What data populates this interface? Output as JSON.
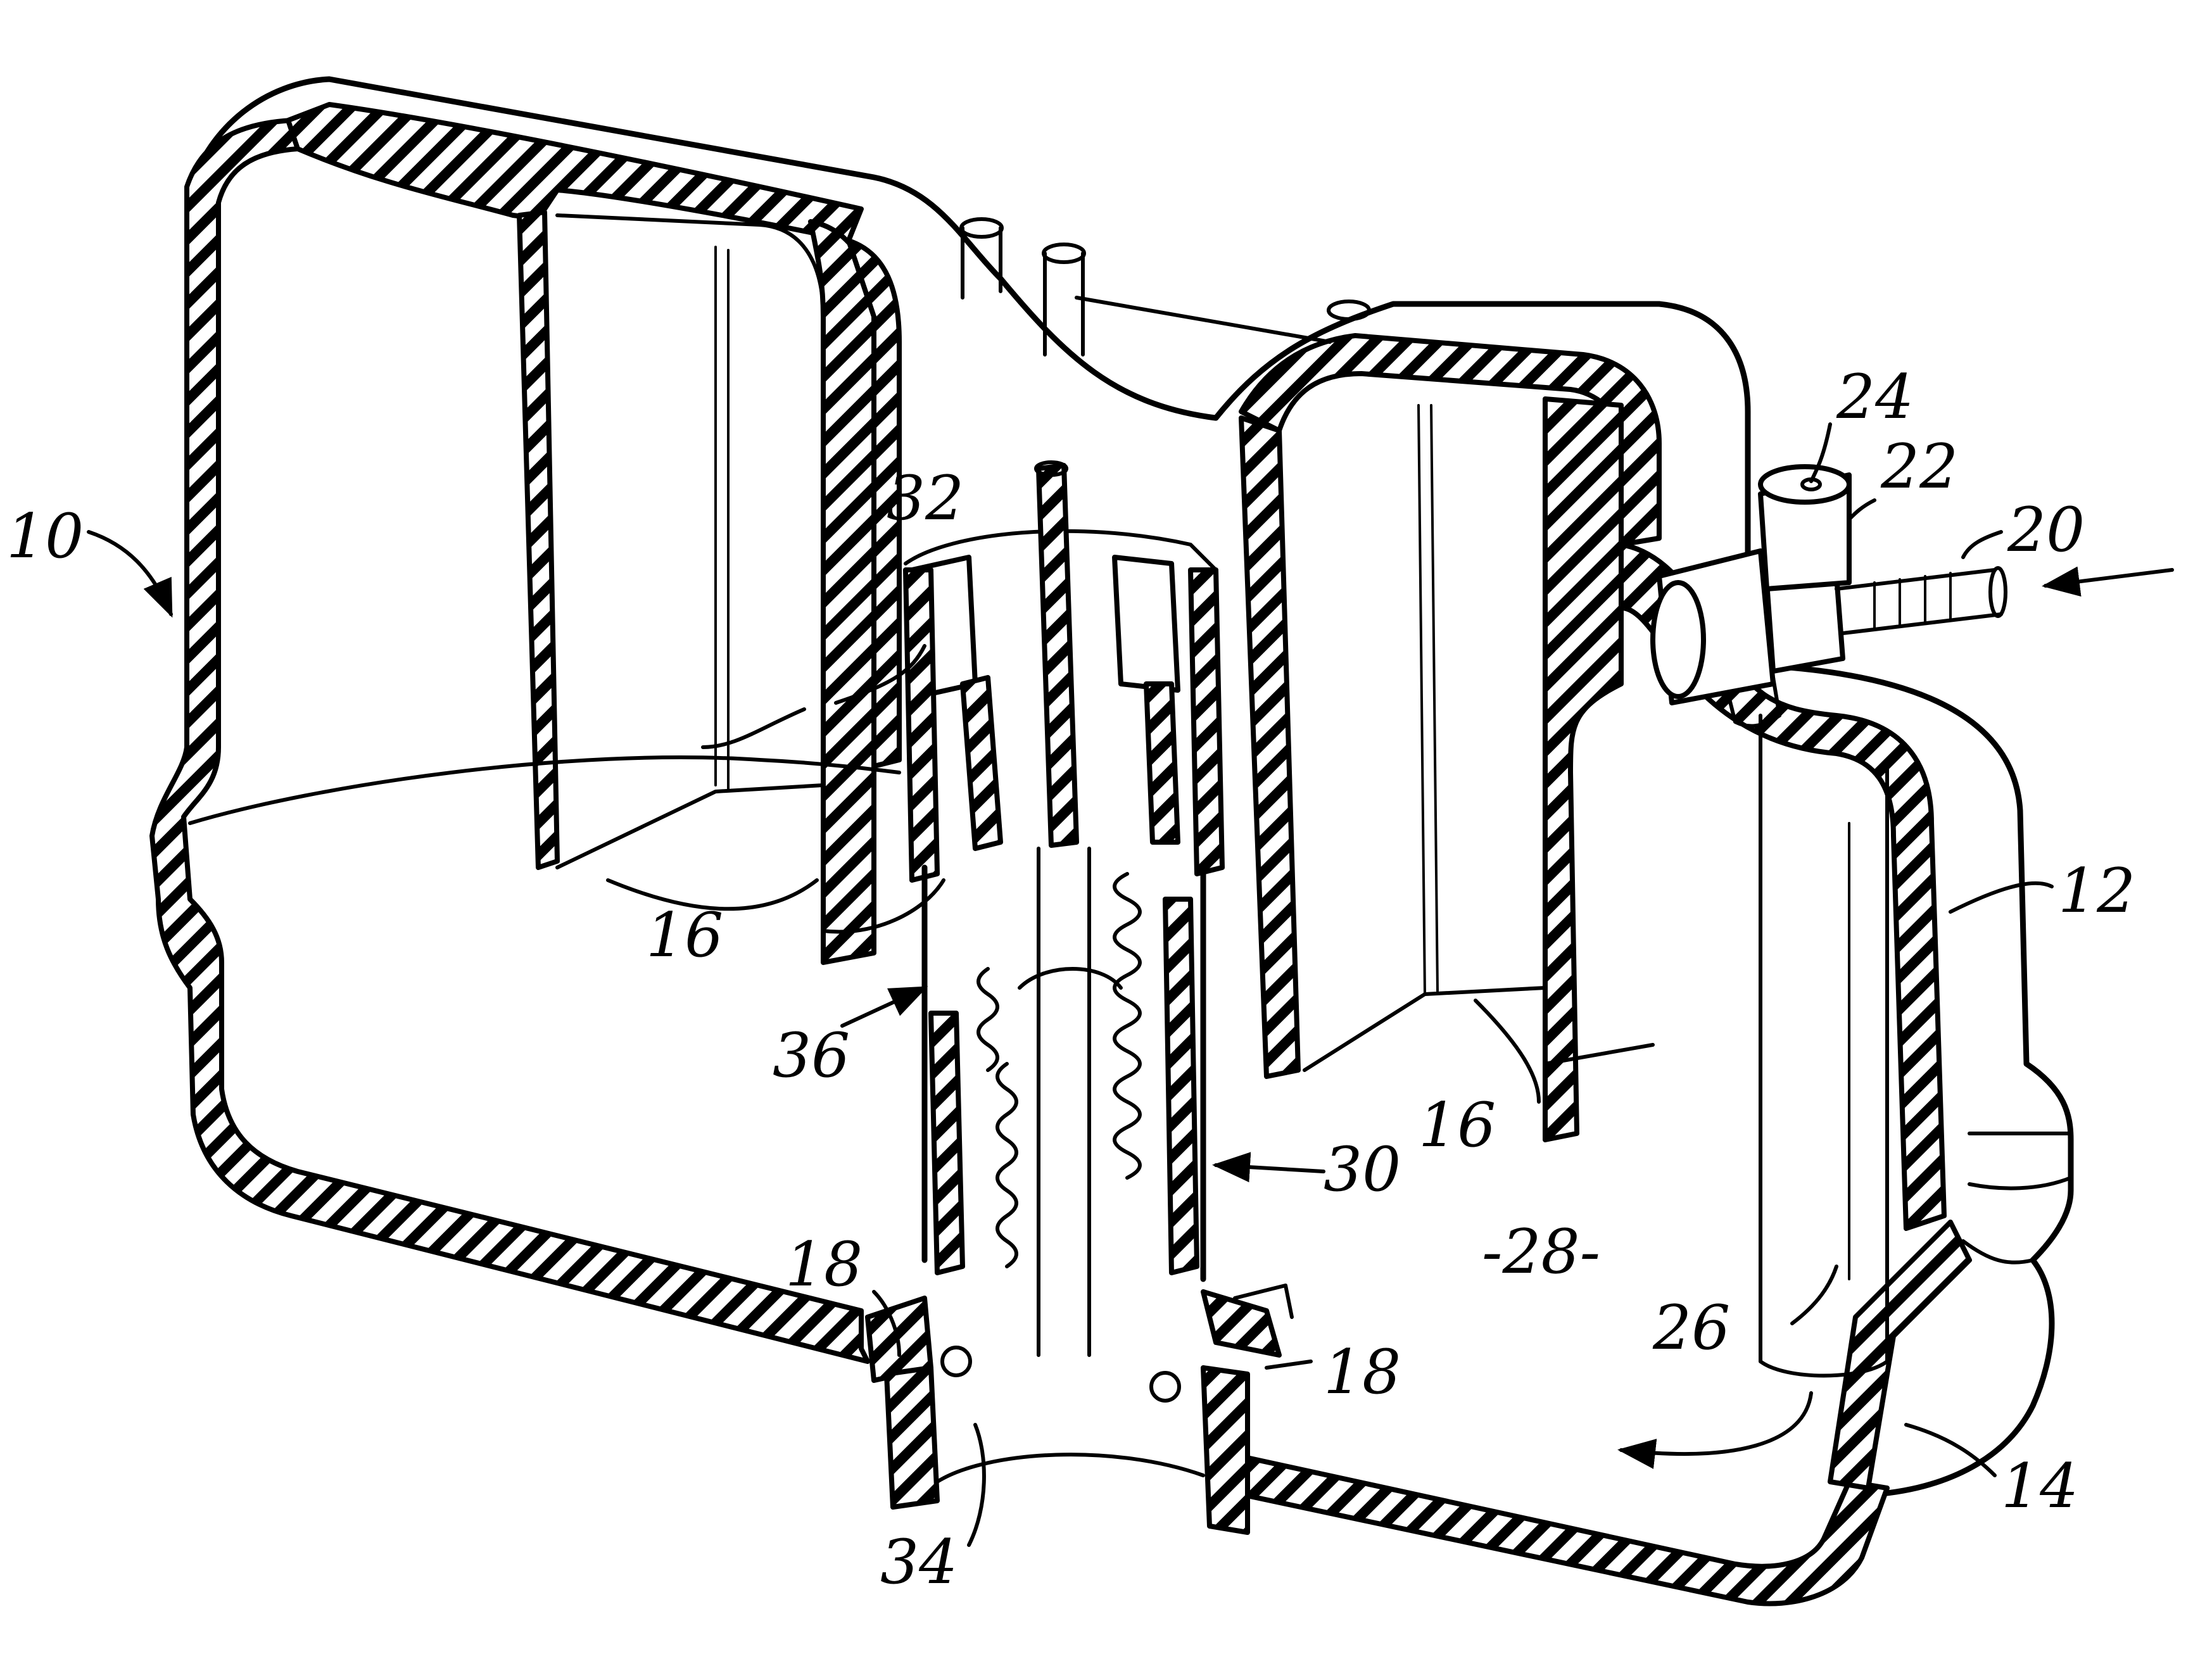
{
  "figure": {
    "reference_labels": {
      "tank_assembly": "10",
      "upper_housing": "12",
      "lower_housing": "14",
      "baffle_left": "16",
      "baffle_right": "16",
      "base_flange_left": "18",
      "base_flange_right": "18",
      "inlet_fitting": "20",
      "compression_nut": "22",
      "fitting_port": "24",
      "dip_tube": "26",
      "chamber": "-28-",
      "valve_assembly": "30",
      "valve_cap": "32",
      "valve_seat": "34",
      "valve_body": "36"
    },
    "icons": {
      "flow_arrow_inlet": "arrow-left-icon",
      "flow_arrow_chamber": "curved-arrow-icon"
    },
    "colors": {
      "ink": "#000000",
      "paper": "#ffffff"
    }
  }
}
